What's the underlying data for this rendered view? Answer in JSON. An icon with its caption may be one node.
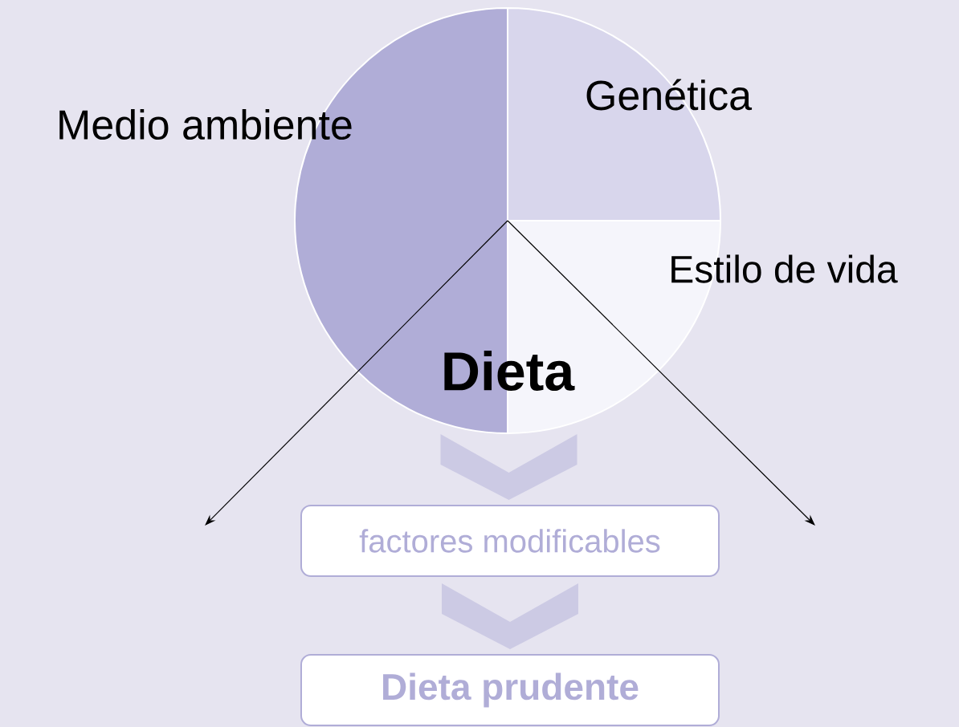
{
  "diagram": {
    "nodes": [
      {
        "text": [
          "Medio ambiente"
        ]
      },
      {
        "text": [
          "Genética"
        ]
      },
      {
        "text": [
          "Estilo de vida"
        ]
      },
      {
        "text": [
          "Dieta"
        ]
      },
      {
        "text": [
          "factores modificables"
        ]
      },
      {
        "text": [
          "Dieta prudente"
        ]
      }
    ],
    "edges": [
      {
        "from": 0,
        "to": null,
        "arrow": "to"
      },
      {
        "from": 2,
        "to": null,
        "arrow": "to"
      },
      {
        "from": 3,
        "to": 4,
        "arrow": "to",
        "style": "thick",
        "color": "#cccae4"
      },
      {
        "from": 4,
        "to": 5,
        "arrow": "to",
        "style": "thick",
        "color": "#cccae4"
      }
    ]
  }
}
